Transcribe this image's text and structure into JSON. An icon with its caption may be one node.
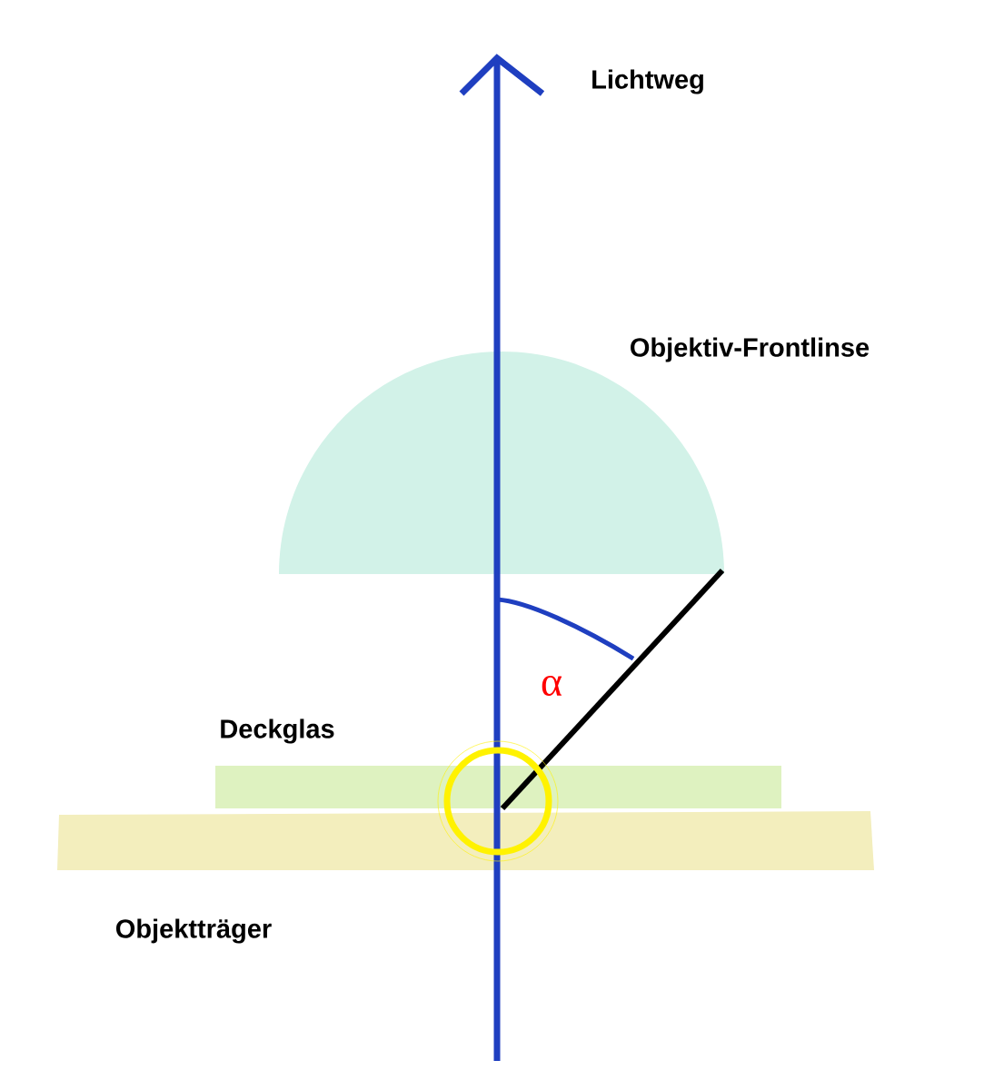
{
  "diagram": {
    "nodes": [
      {
        "text": [
          "Objektiv-Frontlinse"
        ]
      },
      {
        "text": [
          "Deckglas"
        ]
      },
      {
        "text": [
          "Objektträger"
        ]
      }
    ],
    "labels": [
      "Lichtweg",
      "α"
    ]
  }
}
